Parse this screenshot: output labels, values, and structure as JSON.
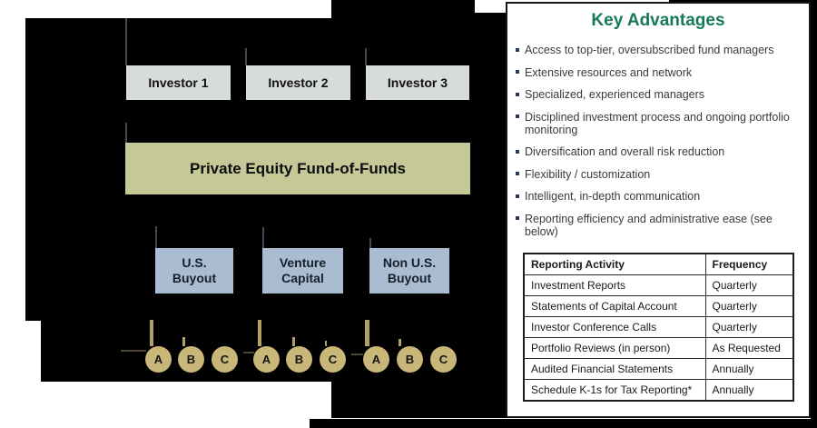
{
  "colors": {
    "title_green": "#16785c",
    "bullet_navy": "#1f3864",
    "investor_box_fill": "#d7dbdc",
    "fund_box_fill": "#c5c897",
    "subfund_box_fill": "#a9bcd2",
    "circle_fill": "#c9b77a",
    "background_black": "#000000"
  },
  "diagram": {
    "investors": [
      "Investor 1",
      "Investor 2",
      "Investor 3"
    ],
    "fund_label": "Private Equity Fund-of-Funds",
    "sub_funds": [
      {
        "line1": "U.S.",
        "line2": "Buyout"
      },
      {
        "line1": "Venture",
        "line2": "Capital"
      },
      {
        "line1": "Non U.S.",
        "line2": "Buyout"
      }
    ],
    "portfolio_labels": [
      "A",
      "B",
      "C"
    ]
  },
  "panel": {
    "title": "Key Advantages",
    "bullets": [
      "Access to top-tier, oversubscribed fund managers",
      "Extensive resources and network",
      "Specialized, experienced managers",
      "Disciplined investment process and ongoing portfolio monitoring",
      "Diversification and overall risk reduction",
      "Flexibility / customization",
      "Intelligent, in-depth communication",
      "Reporting efficiency and administrative ease (see below)"
    ],
    "table": {
      "headers": [
        "Reporting Activity",
        "Frequency"
      ],
      "rows": [
        [
          "Investment Reports",
          "Quarterly"
        ],
        [
          "Statements of Capital Account",
          "Quarterly"
        ],
        [
          "Investor Conference Calls",
          "Quarterly"
        ],
        [
          "Portfolio Reviews (in person)",
          "As Requested"
        ],
        [
          "Audited Financial Statements",
          "Annually"
        ],
        [
          "Schedule K-1s for Tax Reporting*",
          "Annually"
        ]
      ]
    }
  }
}
